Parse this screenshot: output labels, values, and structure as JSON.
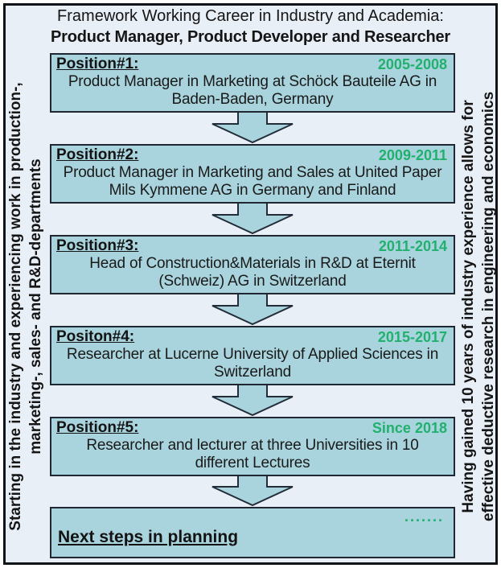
{
  "title": {
    "line1": "Framework Working Career in Industry and Academia:",
    "line2": "Product Manager, Product Developer and Researcher"
  },
  "left_sidebar": {
    "line1": "Starting in the industry and experiencing work in production-,",
    "line2": "marketing-, sales- and R&D-departments"
  },
  "right_sidebar": {
    "line1": "Having gained 10 years of industry experience allows for",
    "line2": "effective deductive research in engineering and economics"
  },
  "positions": [
    {
      "label": "Position#1:",
      "period": "2005-2008",
      "description": "Product Manager in Marketing at Schöck Bauteile AG in Baden-Baden, Germany"
    },
    {
      "label": "Position#2:",
      "period": "2009-2011",
      "description": "Product Manager in Marketing and Sales at United Paper Mils Kymmene AG in Germany and Finland"
    },
    {
      "label": "Position#3:",
      "period": "2011-2014",
      "description": "Head of Construction&Materials in R&D at Eternit (Schweiz) AG in Switzerland"
    },
    {
      "label": "Positon#4:",
      "period": "2015-2017",
      "description": "Researcher at Lucerne University of Applied Sciences in Switzerland"
    },
    {
      "label": "Position#5:",
      "period": "Since 2018",
      "description": "Researcher and lecturer at three Universities in 10 different Lectures"
    }
  ],
  "next_steps": {
    "label": "Next steps in planning",
    "dots": "......."
  },
  "colors": {
    "page_background": "#e9eff7",
    "box_fill": "#a9d4dd",
    "box_border": "#1f2733",
    "frame_border": "#101418",
    "accent_green": "#21b06e",
    "text": "#151515"
  }
}
